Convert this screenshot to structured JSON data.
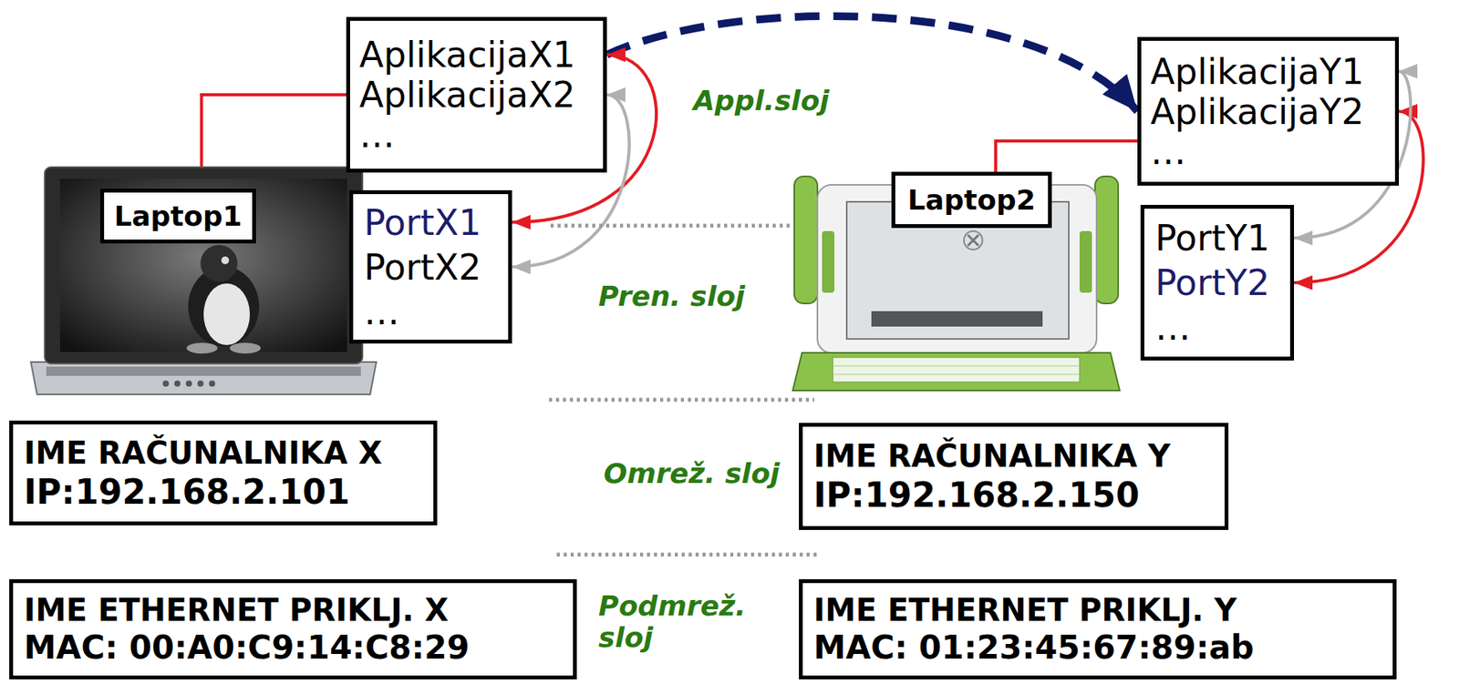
{
  "diagram": {
    "nodes": [
      {
        "text": [
          "AplikacijaX1",
          "AplikacijaX2",
          "…"
        ]
      },
      {
        "text": [
          "AplikacijaY1",
          "AplikacijaY2",
          "…"
        ]
      },
      {
        "text": [
          "Laptop1"
        ]
      },
      {
        "text": [
          "PortX1",
          "PortX2",
          "…"
        ]
      },
      {
        "text": [
          "Laptop2"
        ]
      },
      {
        "text": [
          "PortY1",
          "PortY2",
          "…"
        ]
      },
      {
        "text": [
          "IME RAČUNALNIKA X",
          "IP:192.168.2.101"
        ]
      },
      {
        "text": [
          "IME RAČUNALNIKA Y",
          "IP:192.168.2.150"
        ]
      },
      {
        "text": [
          "IME ETHERNET PRIKLJ. X",
          "MAC: 00:A0:C9:14:C8:29"
        ]
      },
      {
        "text": [
          "IME ETHERNET PRIKLJ. Y",
          "MAC: 01:23:45:67:89:ab"
        ]
      }
    ],
    "edges": [
      {
        "from": 2,
        "to": 0,
        "arrow": "none"
      },
      {
        "from": 0,
        "to": 1,
        "arrow": "to"
      },
      {
        "from": 0,
        "to": 3,
        "arrow": "both"
      },
      {
        "from": 0,
        "to": 3,
        "arrow": "both"
      },
      {
        "from": 4,
        "to": 1,
        "arrow": "none"
      },
      {
        "from": 1,
        "to": 5,
        "arrow": "both"
      },
      {
        "from": 1,
        "to": 5,
        "arrow": "both"
      }
    ],
    "labels": [
      "Appl.sloj",
      "Pren. sloj",
      "Omrež. sloj",
      "Podmrež. sloj"
    ]
  }
}
